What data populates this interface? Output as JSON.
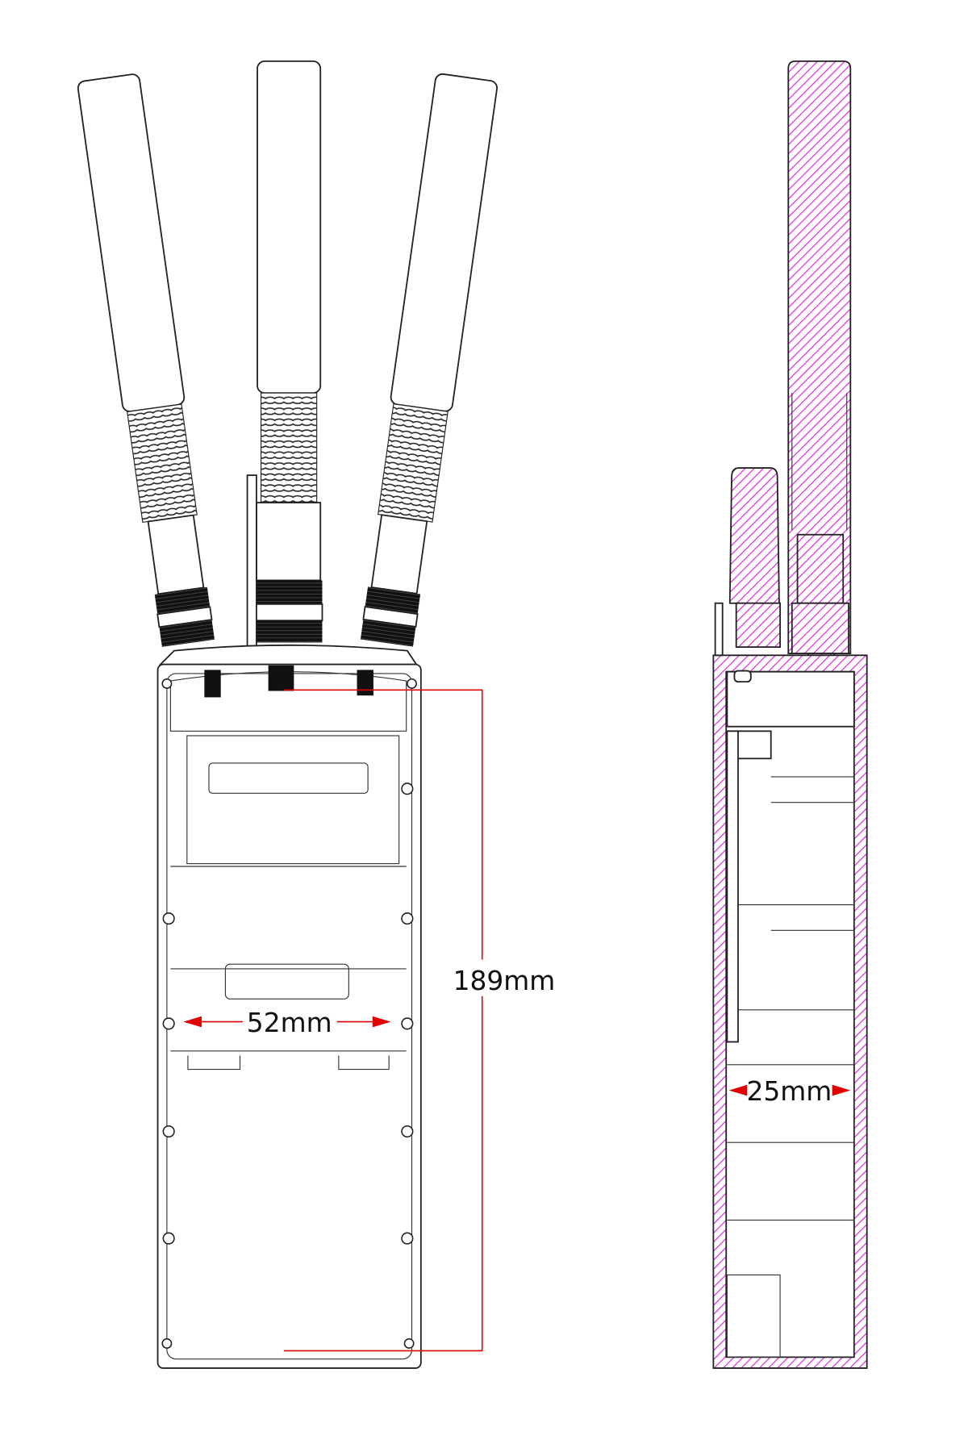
{
  "dimensions": {
    "height_label": "189mm",
    "width_label": "52mm",
    "depth_label": "25mm"
  },
  "colors": {
    "dimension": "#e00000",
    "section_hatch": "#e040e0",
    "outline": "#222222"
  },
  "views": [
    "front-view",
    "side-section-view"
  ]
}
